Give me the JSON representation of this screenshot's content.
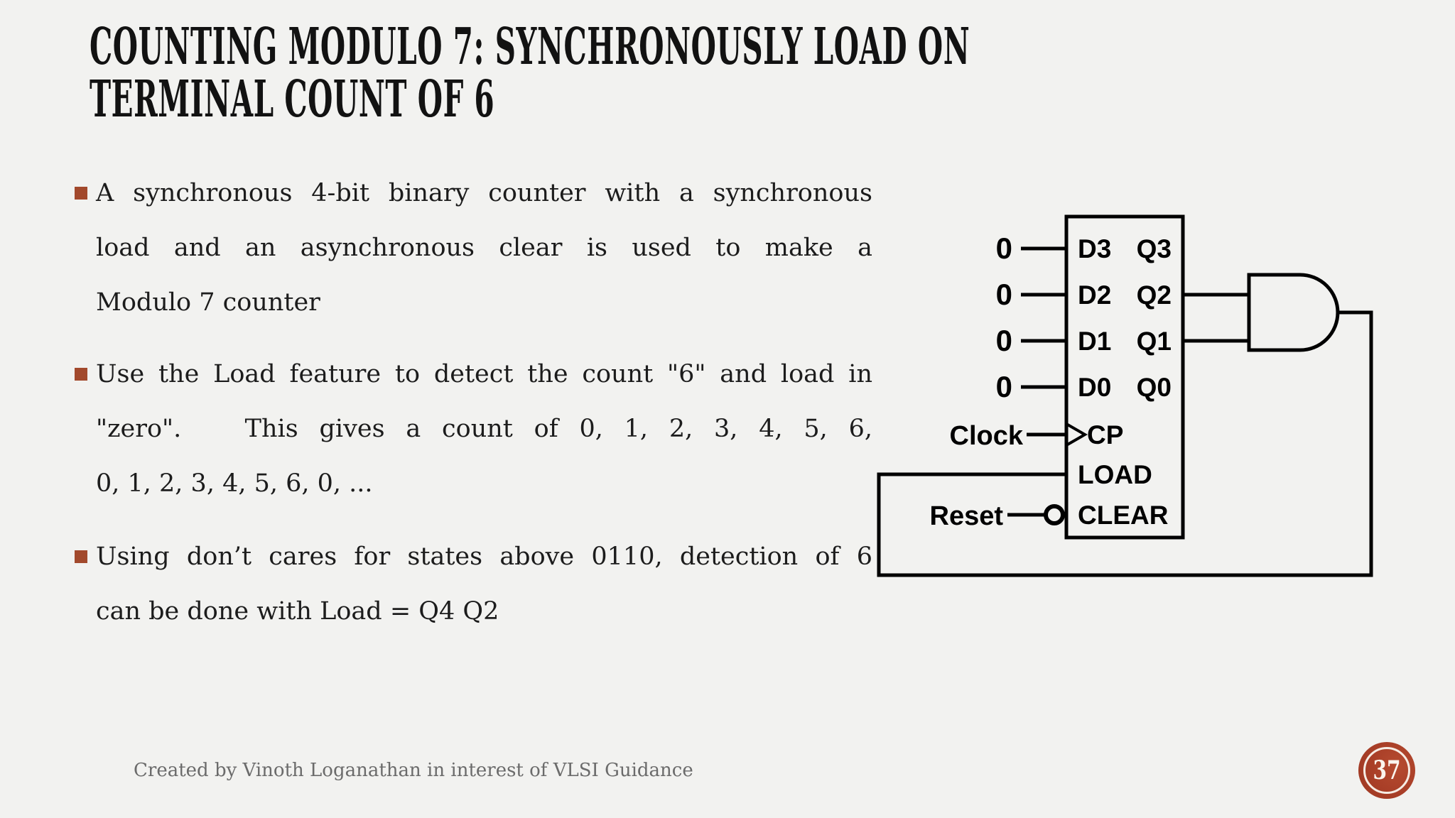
{
  "slide": {
    "title_lines": [
      "COUNTING MODULO 7: SYNCHRONOUSLY LOAD ON",
      "TERMINAL COUNT OF 6"
    ],
    "bullets": [
      {
        "lines": [
          "A synchronous 4-bit binary counter with a synchronous",
          "load and an asynchronous clear is used to make a",
          "Modulo 7 counter"
        ]
      },
      {
        "lines": [
          "Use the Load feature to detect the count \"6\" and load in",
          "\"zero\".   This gives a count of 0, 1, 2, 3, 4, 5, 6,",
          "0, 1, 2, 3, 4, 5, 6, 0, ..."
        ]
      },
      {
        "lines": [
          "Using don’t cares for states above 0110, detection of 6",
          "can be done with Load = Q4 Q2"
        ]
      }
    ],
    "footer": "Created by Vinoth Loganathan in interest of VLSI Guidance",
    "page_number": "37"
  },
  "circuit": {
    "input_values": [
      "0",
      "0",
      "0",
      "0"
    ],
    "d_pins": [
      "D3",
      "D2",
      "D1",
      "D0"
    ],
    "q_pins": [
      "Q3",
      "Q2",
      "Q1",
      "Q0"
    ],
    "cp_pin": "CP",
    "load_pin": "LOAD",
    "clear_pin": "CLEAR",
    "clock_label": "Clock",
    "reset_label": "Reset"
  },
  "colors": {
    "background": "#f2f2f0",
    "bullet_marker": "#a2492c",
    "badge_fill": "#a83e27",
    "badge_ring": "#faf5ee",
    "footer_text": "#6b6b6b",
    "ink": "#000000"
  }
}
